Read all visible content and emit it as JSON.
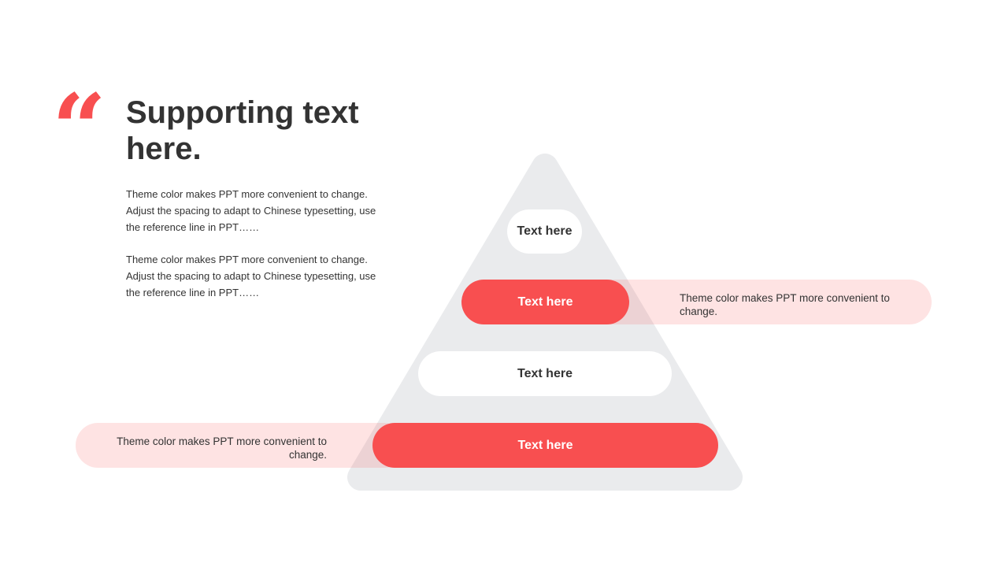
{
  "quote_mark": "“",
  "title": "Supporting text here.",
  "paragraphs": [
    "Theme color makes PPT more convenient to change. Adjust the spacing to adapt to Chinese typesetting, use the reference line in PPT……",
    "Theme color makes PPT more convenient to change. Adjust the spacing to adapt to Chinese typesetting, use the reference line in PPT……"
  ],
  "pyramid": {
    "levels": [
      "Text here",
      "Text here",
      "Text here",
      "Text here"
    ],
    "notes": {
      "level2": "Theme color makes PPT more convenient to change.",
      "level4": "Theme color makes PPT more convenient to change."
    }
  },
  "colors": {
    "accent": "#f84f50",
    "pyramid": "#eaebed",
    "accent_light": "#fde2e3"
  }
}
